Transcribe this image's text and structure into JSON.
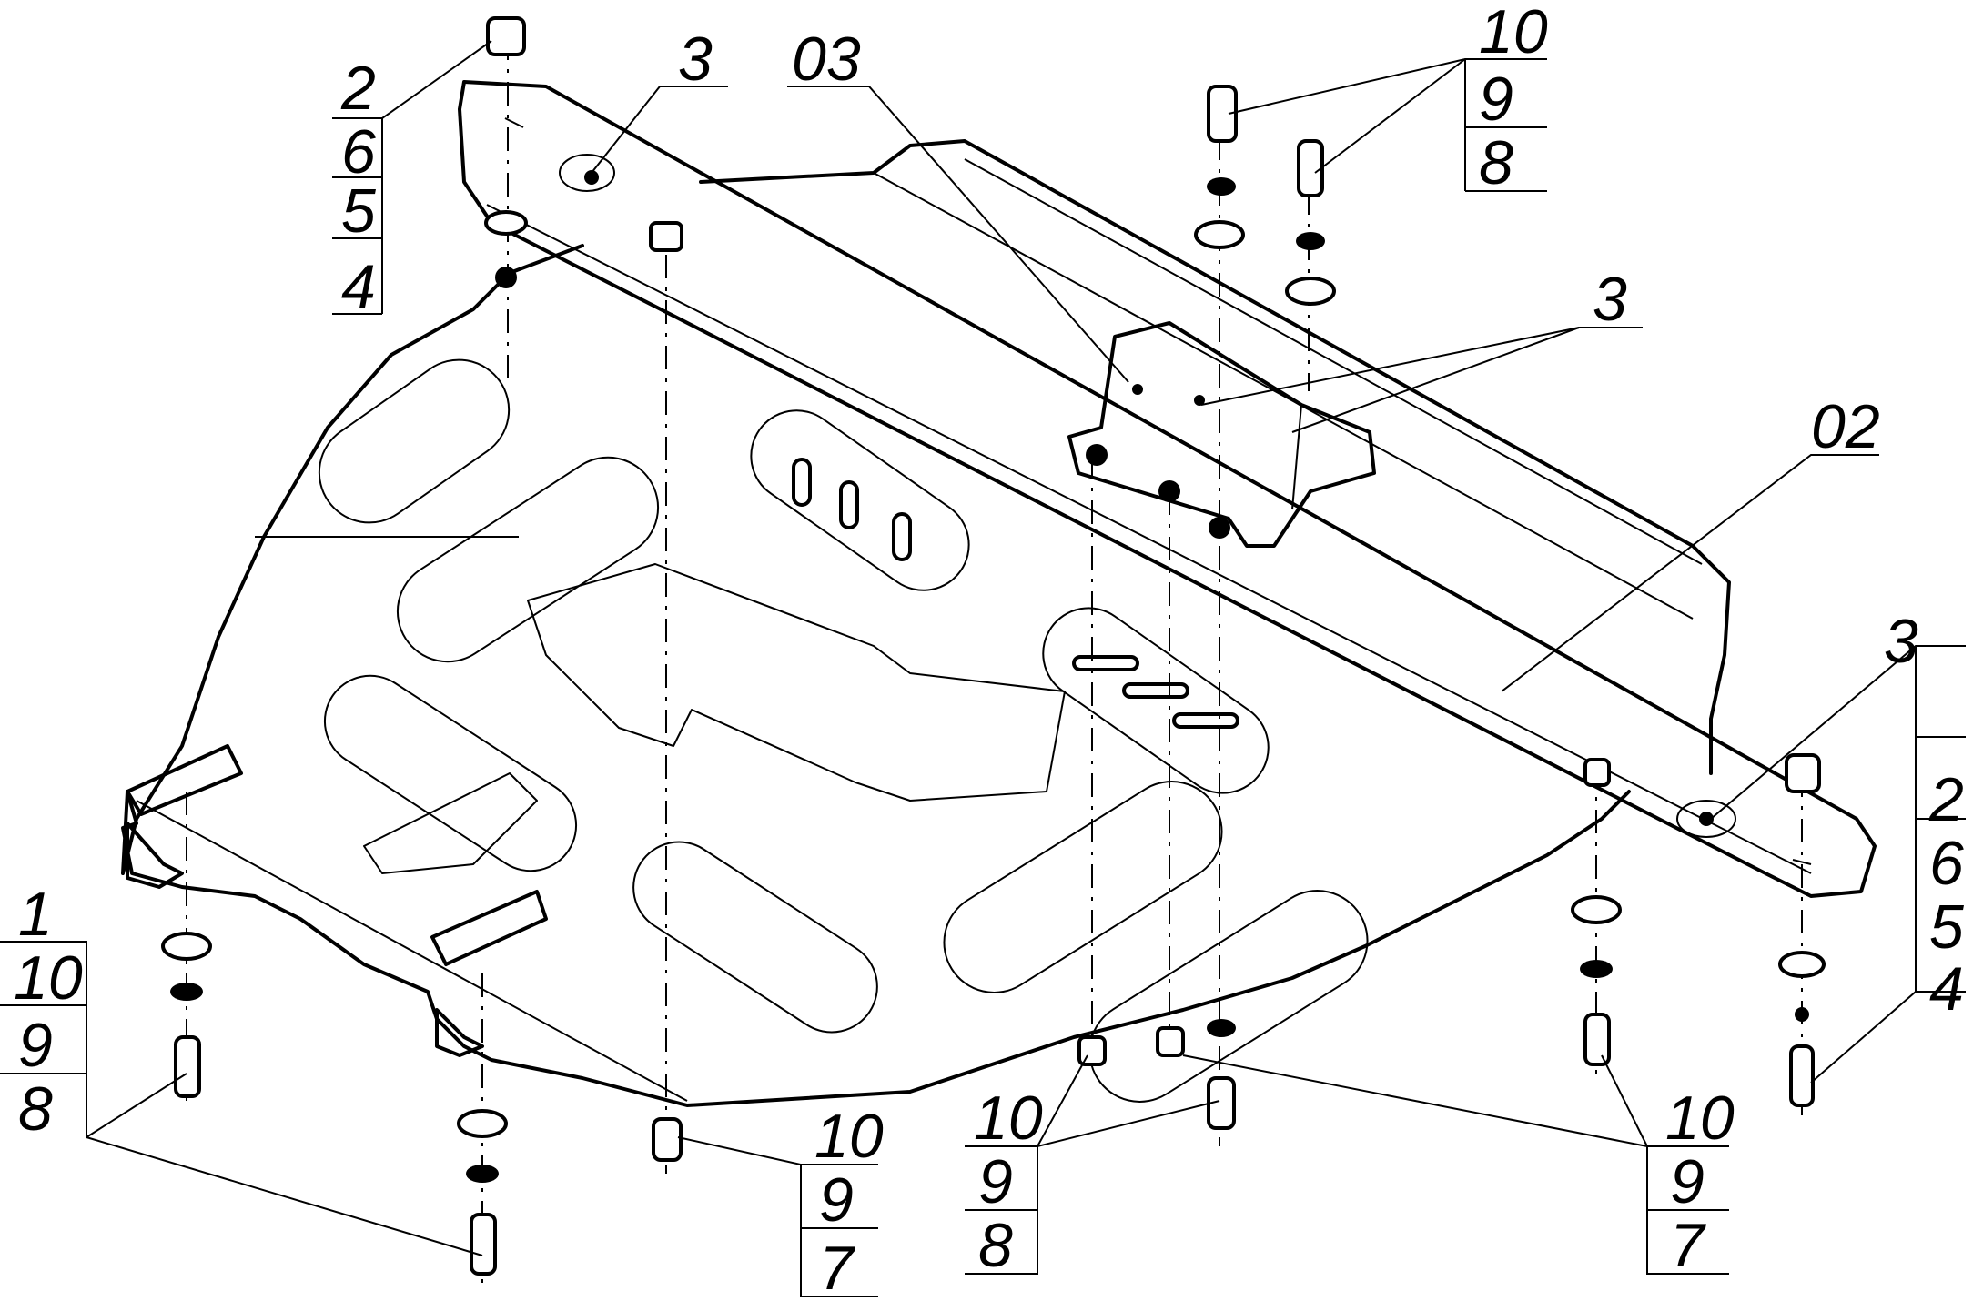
{
  "labels": {
    "tl_2": "2",
    "tl_6": "6",
    "tl_5": "5",
    "tl_4": "4",
    "top_3": "3",
    "top_03": "03",
    "tr_10": "10",
    "tr_9": "9",
    "tr_8": "8",
    "mid_3": "3",
    "right_02": "02",
    "right_3": "3",
    "r_2": "2",
    "r_6": "6",
    "r_5": "5",
    "r_4": "4",
    "l_1": "1",
    "l_10": "10",
    "l_9": "9",
    "l_8": "8",
    "bc_10": "10",
    "bc_9": "9",
    "bc_7": "7",
    "bm_10": "10",
    "bm_9": "9",
    "bm_8": "8",
    "br_10": "10",
    "br_9": "9",
    "br_7": "7"
  }
}
